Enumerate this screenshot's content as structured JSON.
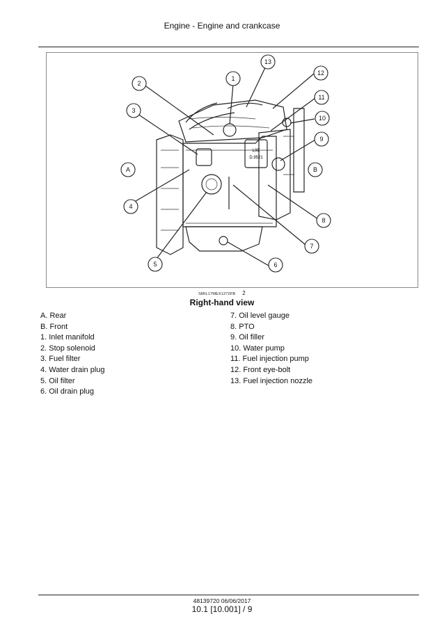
{
  "header": {
    "title": "Engine - Engine and crankcase"
  },
  "figure": {
    "reference": "SMIL17MEX1272FB",
    "number": "2",
    "caption": "Right-hand view",
    "plate_label": "L9E D.9521",
    "callouts": [
      "1",
      "2",
      "3",
      "4",
      "5",
      "6",
      "7",
      "8",
      "9",
      "10",
      "11",
      "12",
      "13",
      "A",
      "B"
    ]
  },
  "legend": {
    "left": [
      "A. Rear",
      "B. Front",
      "1.  Inlet manifold",
      "2.  Stop solenoid",
      "3.  Fuel filter",
      "4.  Water drain plug",
      "5.  Oil filter",
      "6.  Oil drain plug"
    ],
    "right": [
      "7.  Oil level gauge",
      "8.  PTO",
      "9.  Oil filler",
      "10.  Water pump",
      "11.  Fuel injection pump",
      "12.  Front eye-bolt",
      "13.  Fuel injection nozzle"
    ]
  },
  "footer": {
    "doc": "48139720 06/06/2017",
    "page": "10.1 [10.001] / 9"
  }
}
